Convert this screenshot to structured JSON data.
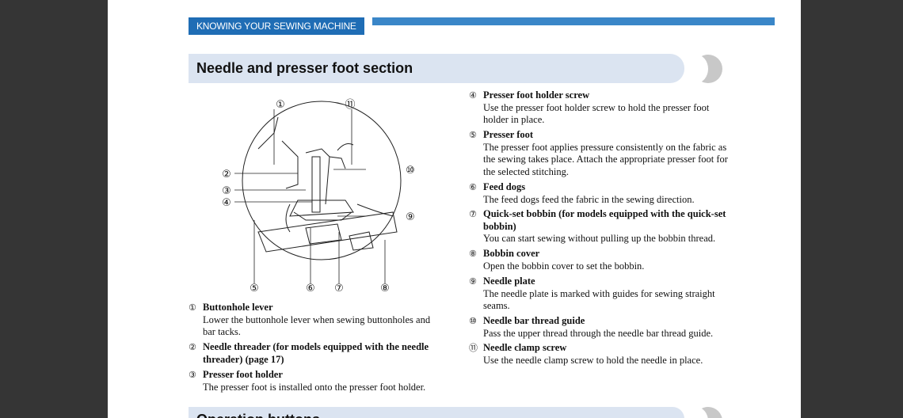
{
  "chapter": "KNOWING YOUR SEWING MACHINE",
  "section_title": "Needle and presser foot section",
  "next_section_title": "Operation buttons",
  "diagram_callouts": [
    "①",
    "②",
    "③",
    "④",
    "⑤",
    "⑥",
    "⑦",
    "⑧",
    "⑨",
    "⑩",
    "⑪"
  ],
  "items": [
    {
      "num": "①",
      "head": "Buttonhole lever",
      "desc": "Lower the buttonhole lever when sewing buttonholes and bar tacks."
    },
    {
      "num": "②",
      "head": "Needle threader (for models equipped with the needle threader) (page 17)",
      "desc": ""
    },
    {
      "num": "③",
      "head": "Presser foot holder",
      "desc": "The presser foot is installed onto the presser foot holder."
    },
    {
      "num": "④",
      "head": "Presser foot holder screw",
      "desc": "Use the presser foot holder screw to hold the presser foot holder in place."
    },
    {
      "num": "⑤",
      "head": "Presser foot",
      "desc": "The presser foot applies pressure consistently on the fabric as the sewing takes place. Attach the appropriate presser foot for the selected stitching."
    },
    {
      "num": "⑥",
      "head": "Feed dogs",
      "desc": "The feed dogs feed the fabric in the sewing direction."
    },
    {
      "num": "⑦",
      "head": "Quick-set bobbin (for models equipped with the quick-set bobbin)",
      "desc": "You can start sewing without pulling up the bobbin thread."
    },
    {
      "num": "⑧",
      "head": "Bobbin cover",
      "desc": "Open the bobbin cover to set the bobbin."
    },
    {
      "num": "⑨",
      "head": "Needle plate",
      "desc": "The needle plate is marked with guides for sewing straight seams."
    },
    {
      "num": "⑩",
      "head": "Needle bar thread guide",
      "desc": "Pass the upper thread through the needle bar thread guide."
    },
    {
      "num": "⑪",
      "head": "Needle clamp screw",
      "desc": "Use the needle clamp screw to hold the needle in place."
    }
  ]
}
